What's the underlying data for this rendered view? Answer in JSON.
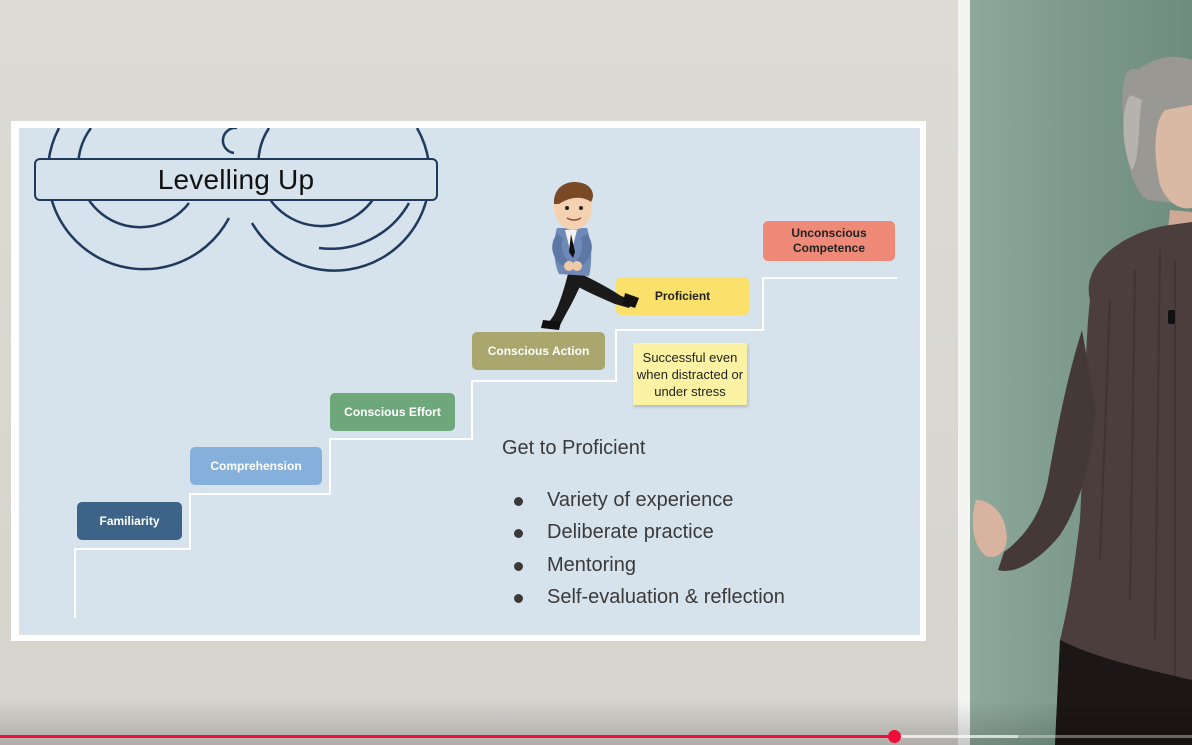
{
  "slide": {
    "title": "Levelling Up",
    "steps": [
      {
        "label": "Familiarity",
        "color": "#3d6488"
      },
      {
        "label": "Comprehension",
        "color": "#86b0dc"
      },
      {
        "label": "Conscious Effort",
        "color": "#6ea77a"
      },
      {
        "label": "Conscious Action",
        "color": "#a9a66e"
      },
      {
        "label": "Proficient",
        "color": "#fbe06b"
      },
      {
        "label": "Unconscious Competence",
        "color": "#ef8a78"
      }
    ],
    "sticky_note": "Successful even when distracted or under stress",
    "goal_heading": "Get to Proficient",
    "bullets": [
      "Variety of experience",
      "Deliberate practice",
      "Mentoring",
      "Self-evaluation & reflection"
    ]
  },
  "video": {
    "played_fraction": 0.75,
    "buffered_fraction": 0.854,
    "progress_color": "#f00d3b"
  },
  "icons": {
    "character": "climbing-businessman-icon",
    "presenter": "presenter-video"
  }
}
